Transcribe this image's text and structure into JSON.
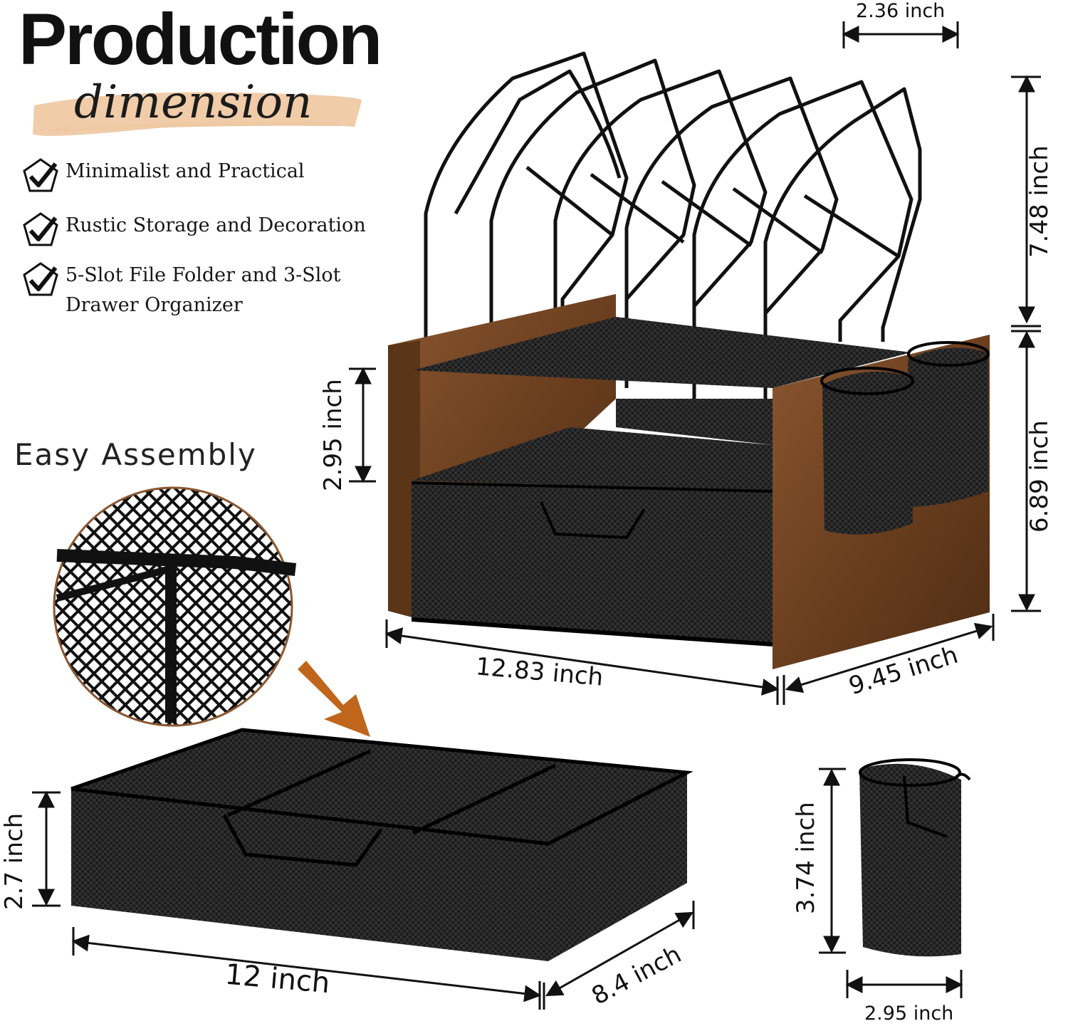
{
  "header": {
    "title": "Production",
    "subtitle": "dimension"
  },
  "features": [
    {
      "icon": "check-pentagon-icon",
      "label": "Minimalist and Practical"
    },
    {
      "icon": "check-pentagon-icon",
      "label": "Rustic Storage and Decoration"
    },
    {
      "icon": "check-pentagon-icon",
      "label": "5-Slot File Folder and 3-Slot Drawer Organizer"
    }
  ],
  "assembly_label": "Easy  Assembly",
  "dimensions": {
    "holder_top_width": "2.36 inch",
    "rack_height": "7.48 inch",
    "base_height": "6.89 inch",
    "shelf_gap": "2.95 inch",
    "base_width": "12.83 inch",
    "base_depth": "9.45 inch",
    "drawer_height": "2.7 inch",
    "drawer_width": "12 inch",
    "drawer_depth": "8.4 inch",
    "cup_height": "3.74 inch",
    "cup_width": "2.95 inch"
  },
  "colors": {
    "wood": "#7a4a26",
    "wood_dark": "#5a3518",
    "metal": "#1a1a1a",
    "brush": "#efc9a4",
    "accent_arrow": "#c0661c"
  }
}
